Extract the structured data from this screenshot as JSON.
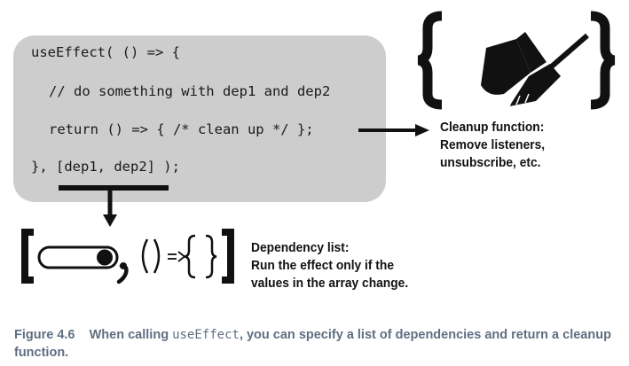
{
  "code": {
    "line1": "useEffect( () => {",
    "line2": "// do something with dep1 and dep2",
    "line3": "return () => { /* clean up */ };",
    "line4": "}, [dep1, dep2] );"
  },
  "cleanup_callout": {
    "title": "Cleanup function:",
    "line2": "Remove listeners,",
    "line3": "unsubscribe, etc."
  },
  "dependency_callout": {
    "title": "Dependency list:",
    "line2": "Run the effect only if the",
    "line3": "values in the array change."
  },
  "caption": {
    "label": "Figure 4.6",
    "text_before": "When calling",
    "code_term": "useEffect",
    "text_after": ", you can specify a list of dependencies and return a cleanup function."
  },
  "icons": {
    "cleanup": "broom-and-dustpan-in-braces-icon",
    "slider": "toggle-slider-icon",
    "arrow_function": "arrow-function-glyph"
  },
  "colors": {
    "code_background": "#cdcdcd",
    "ink": "#111111",
    "caption": "#5f6f82"
  }
}
